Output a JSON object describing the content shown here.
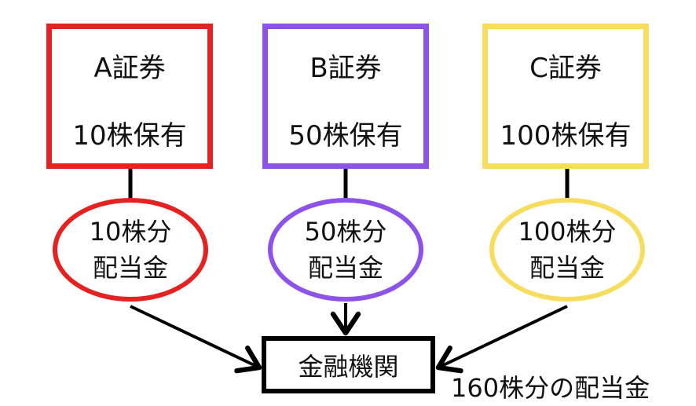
{
  "brokers": [
    {
      "name": "A証券",
      "holding": "10株保有",
      "dividend_line1": "10株分",
      "dividend_line2": "配当金",
      "color": "#e52222"
    },
    {
      "name": "B証券",
      "holding": "50株保有",
      "dividend_line1": "50株分",
      "dividend_line2": "配当金",
      "color": "#8c52ea"
    },
    {
      "name": "C証券",
      "holding": "100株保有",
      "dividend_line1": "100株分",
      "dividend_line2": "配当金",
      "color": "#f7dd5e"
    }
  ],
  "institution": {
    "name": "金融機関",
    "color": "#000000"
  },
  "total_label": "160株分の配当金"
}
